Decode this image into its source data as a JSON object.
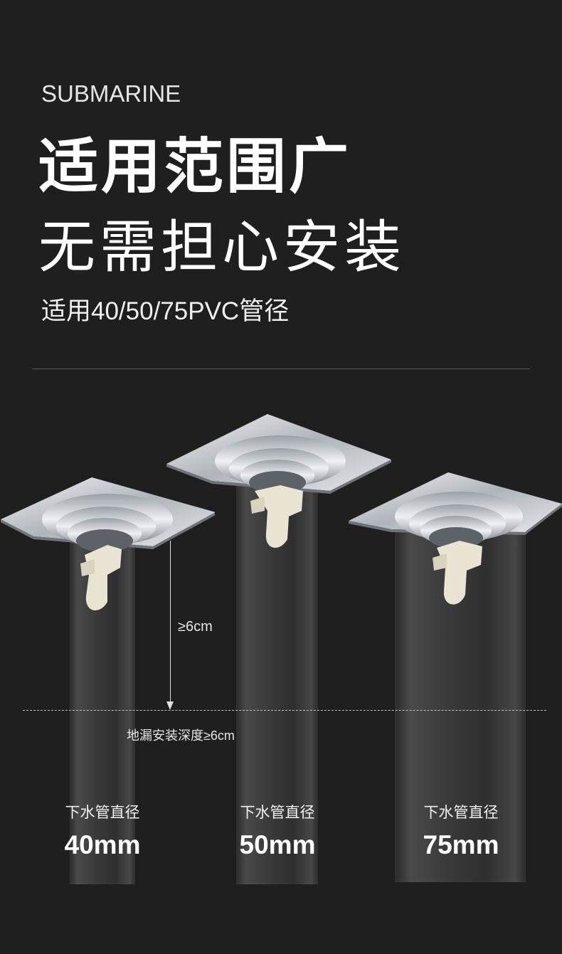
{
  "header": {
    "brand": "SUBMARINE",
    "title_bold": "适用范围广",
    "title_light": "无需担心安装",
    "subtitle": "适用40/50/75PVC管径"
  },
  "install": {
    "depth_label": "≥6cm",
    "depth_caption": "地漏安装深度≥6cm"
  },
  "pipes": [
    {
      "label": "下水管直径",
      "size": "40mm"
    },
    {
      "label": "下水管直径",
      "size": "50mm"
    },
    {
      "label": "下水管直径",
      "size": "75mm"
    }
  ],
  "colors": {
    "background": "#1f1f1f",
    "text": "#ffffff",
    "chrome": "#c8ccd0",
    "core": "#e8e3d2"
  },
  "icons": [
    "floor-drain-icon",
    "down-arrow-icon"
  ]
}
